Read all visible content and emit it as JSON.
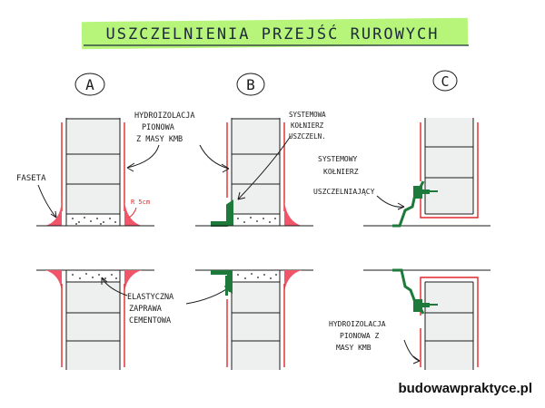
{
  "title": "USZCZELNIENIA PRZEJŚĆ RUROWYCH",
  "panels": [
    {
      "letter": "A"
    },
    {
      "letter": "B"
    },
    {
      "letter": "C"
    }
  ],
  "labels": {
    "hydro_a": [
      "HYDROIZOLACJA",
      "PIONOWA",
      "Z MASY KMB"
    ],
    "faseta": "FASETA",
    "r5cm": "R 5cm",
    "systemowa_b": [
      "SYSTEMOWA",
      "KOŁNIERZ",
      "USZCZELN."
    ],
    "systemowy_c": [
      "SYSTEMOWY",
      "KOŁNIERZ",
      "USZCZELNIAJĄCY"
    ],
    "zaprawa": [
      "ELASTYCZNA",
      "ZAPRAWA",
      "CEMENTOWA"
    ],
    "hydro_c_bottom": [
      "HYDROIZOLACJA",
      "PIONOWA Z",
      "MASY KMB"
    ]
  },
  "brand": "budowawpraktyce.pl",
  "colors": {
    "highlight": "#b6f57a",
    "red": "#e2262b",
    "red_fill": "#f0556a",
    "green": "#1e7a3a",
    "pipe_fill": "#eef0f0",
    "ink": "#1a1a1a"
  }
}
